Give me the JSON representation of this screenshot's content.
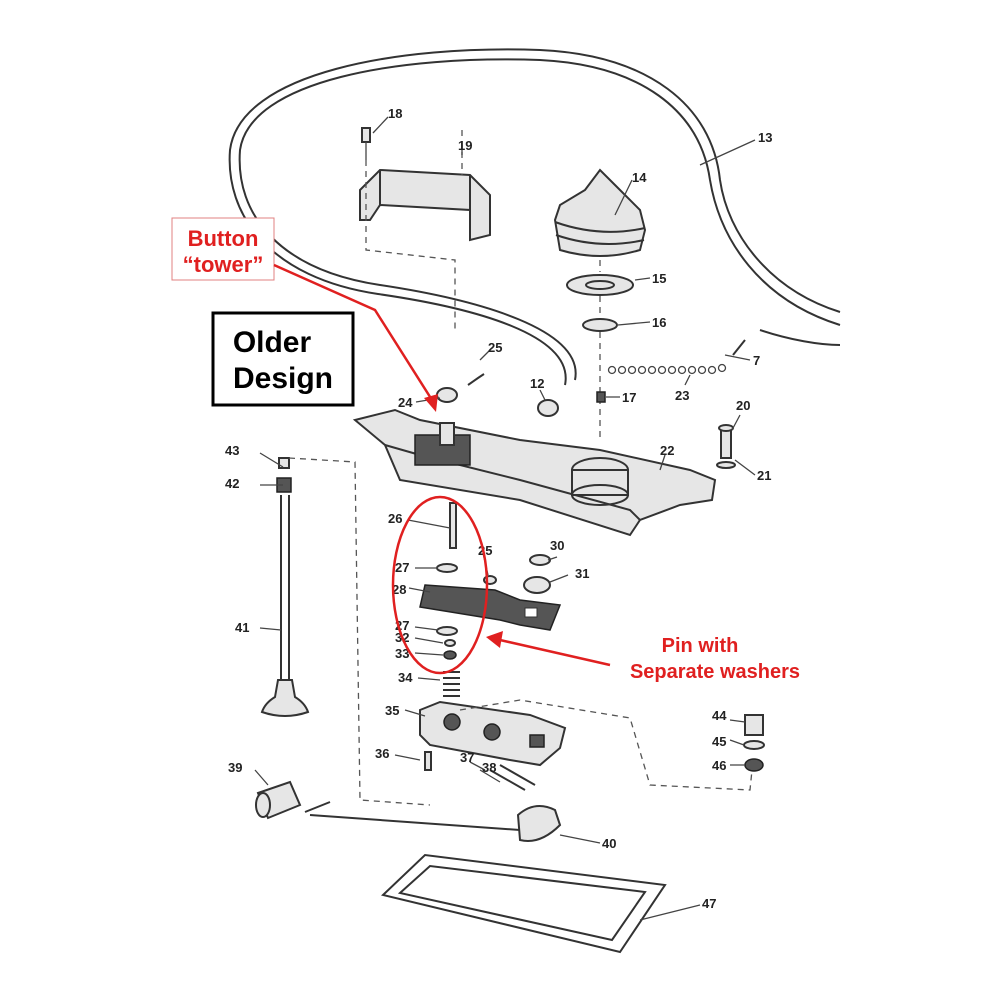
{
  "annotations": {
    "button_tower_line1": "Button",
    "button_tower_line2": "“tower”",
    "older_design_line1": "Older",
    "older_design_line2": "Design",
    "pin_line1": "Pin with",
    "pin_line2": "Separate washers"
  },
  "colors": {
    "annotation_red": "#e02020",
    "ink": "#333333"
  },
  "callouts": {
    "n7": "7",
    "n12": "12",
    "n13": "13",
    "n14": "14",
    "n15": "15",
    "n16": "16",
    "n17": "17",
    "n18": "18",
    "n19": "19",
    "n20": "20",
    "n21": "21",
    "n22": "22",
    "n23": "23",
    "n24": "24",
    "n25a": "25",
    "n25b": "25",
    "n26": "26",
    "n27a": "27",
    "n27b": "27",
    "n28": "28",
    "n30": "30",
    "n31": "31",
    "n32": "32",
    "n33": "33",
    "n34": "34",
    "n35": "35",
    "n36": "36",
    "n37": "37",
    "n38": "38",
    "n39": "39",
    "n40": "40",
    "n41": "41",
    "n42": "42",
    "n43": "43",
    "n44": "44",
    "n45": "45",
    "n46": "46",
    "n47": "47"
  }
}
